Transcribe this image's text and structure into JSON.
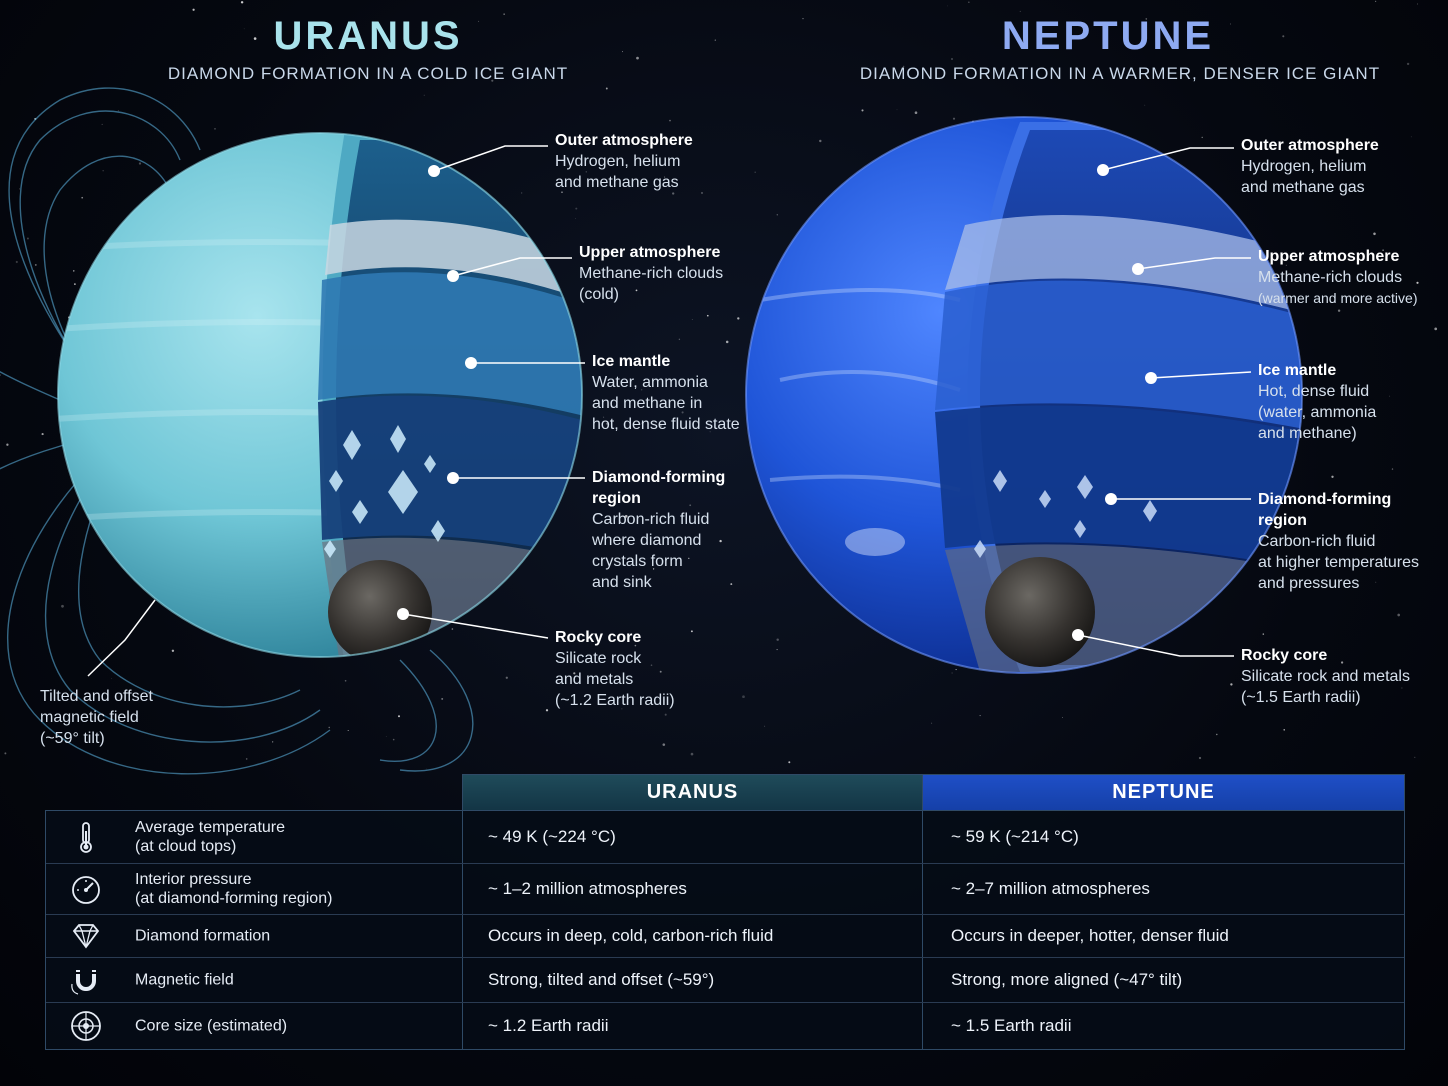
{
  "uranus": {
    "title": "URANUS",
    "subtitle": "DIAMOND FORMATION IN A COLD ICE GIANT",
    "layers": [
      {
        "name": "Outer atmosphere",
        "desc": "Hydrogen, helium\nand methane gas"
      },
      {
        "name": "Upper atmosphere",
        "desc": "Methane-rich clouds\n(cold)"
      },
      {
        "name": "Ice mantle",
        "desc": "Water, ammonia\nand methane in\nhot, dense fluid state"
      },
      {
        "name": "Diamond-forming\nregion",
        "desc": "Carbon-rich fluid\nwhere diamond\ncrystals form\nand sink"
      },
      {
        "name": "Rocky core",
        "desc": "Silicate rock\nand metals\n(~1.2 Earth radii)"
      }
    ],
    "magnetic_note": "Tilted and offset\nmagnetic field\n(~59° tilt)",
    "colors": {
      "surface": "#6fc6d6",
      "accent": "#a9e3ec"
    }
  },
  "neptune": {
    "title": "NEPTUNE",
    "subtitle": "DIAMOND FORMATION IN A WARMER, DENSER ICE GIANT",
    "layers": [
      {
        "name": "Outer atmosphere",
        "desc": "Hydrogen, helium\nand methane gas"
      },
      {
        "name": "Upper atmosphere",
        "desc": "Methane-rich clouds\n(warmer and more active)"
      },
      {
        "name": "Ice mantle",
        "desc": "Hot, dense fluid\n(water, ammonia\nand methane)"
      },
      {
        "name": "Diamond-forming\nregion",
        "desc": "Carbon-rich fluid\nat higher temperatures\nand pressures"
      },
      {
        "name": "Rocky core",
        "desc": "Silicate rock and metals\n(~1.5 Earth radii)"
      }
    ],
    "colors": {
      "surface": "#1f55d8",
      "accent": "#8eaaf2"
    }
  },
  "table": {
    "headers": {
      "uranus": "URANUS",
      "neptune": "NEPTUNE"
    },
    "rows": [
      {
        "icon": "thermometer-icon",
        "label": "Average temperature",
        "sublabel": "(at cloud tops)",
        "uranus": "~ 49 K (~224 °C)",
        "neptune": "~ 59 K (~214 °C)"
      },
      {
        "icon": "gauge-icon",
        "label": "Interior pressure",
        "sublabel": "(at diamond-forming region)",
        "uranus": "~ 1–2 million atmospheres",
        "neptune": "~ 2–7 million atmospheres"
      },
      {
        "icon": "diamond-icon",
        "label": "Diamond formation",
        "sublabel": "",
        "uranus": "Occurs in deep, cold, carbon-rich fluid",
        "neptune": "Occurs in deeper, hotter, denser fluid"
      },
      {
        "icon": "magnet-icon",
        "label": "Magnetic field",
        "sublabel": "",
        "uranus": "Strong, tilted and offset (~59°)",
        "neptune": "Strong, more aligned (~47° tilt)"
      },
      {
        "icon": "core-icon",
        "label": "Core size (estimated)",
        "sublabel": "",
        "uranus": "~ 1.2 Earth radii",
        "neptune": "~ 1.5 Earth radii"
      }
    ]
  }
}
